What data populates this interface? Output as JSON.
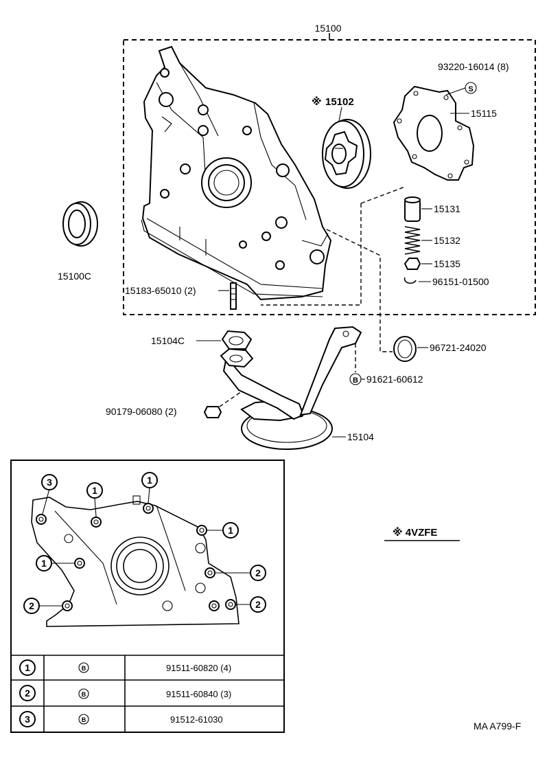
{
  "callouts": {
    "assembly": "15100",
    "pump_body_gear": "15102",
    "pump_body_gear_mark": "※",
    "screw": "93220-16014 (8)",
    "screw_mark": "S",
    "cover": "15115",
    "oil_seal": "15100C",
    "relief_valve": "15131",
    "spring": "15132",
    "retainer": "15135",
    "snap_ring": "96151-01500",
    "stud": "15183-65010 (2)",
    "gasket": "15104C",
    "o_ring": "96721-24020",
    "bolt": "91621-60612",
    "bolt_mark": "B",
    "nut": "90179-06080 (2)",
    "strainer": "15104"
  },
  "engine_note": "※ 4VZFE",
  "bolt_map": {
    "labels": [
      "3",
      "1",
      "1",
      "1",
      "1",
      "2",
      "2",
      "2"
    ]
  },
  "bolt_table": {
    "rows": [
      {
        "key": "1",
        "mark": "B",
        "part": "91511-60820 (4)"
      },
      {
        "key": "2",
        "mark": "B",
        "part": "91511-60840 (3)"
      },
      {
        "key": "3",
        "mark": "B",
        "part": "91512-61030"
      }
    ]
  },
  "figure_code": "MA A799-F"
}
